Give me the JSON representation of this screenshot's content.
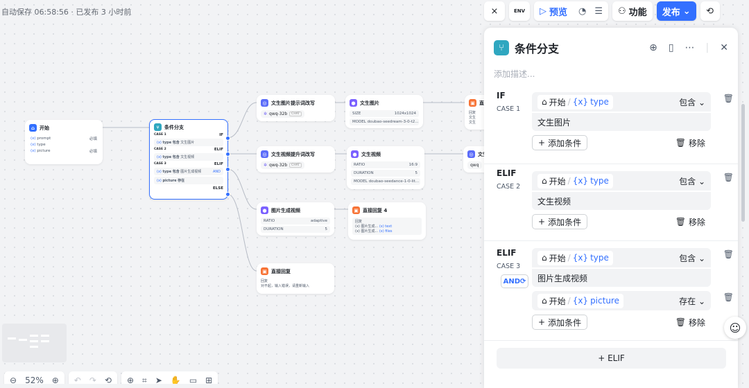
{
  "status": {
    "save_text": "自动保存 06:58:56 · 已发布 3 小时前"
  },
  "topbar": {
    "env": "ENV",
    "preview": "预览",
    "features": "功能",
    "publish": "发布"
  },
  "nodes": {
    "start": {
      "title": "开始",
      "vars": [
        {
          "name": "prompt",
          "tag": "必填"
        },
        {
          "name": "type",
          "tag": ""
        },
        {
          "name": "picture",
          "tag": "必填"
        }
      ]
    },
    "branch": {
      "title": "条件分支",
      "case1": "CASE 1",
      "if": "IF",
      "c1": {
        "var": "type",
        "op": "包含",
        "val": "文生图片"
      },
      "case2": "CASE 2",
      "elif": "ELIF",
      "c2": {
        "var": "type",
        "op": "包含",
        "val": "文生视频"
      },
      "case3": "CASE 3",
      "c3a": {
        "var": "type",
        "op": "包含",
        "val": "图片生成视频"
      },
      "and": "AND",
      "c3b": {
        "var": "picture",
        "op": "存在"
      },
      "else": "ELSE"
    },
    "rewrite_img": {
      "title": "文生图片提示词改写",
      "model": "qwq-32b",
      "tag": "CHAT"
    },
    "rewrite_vid": {
      "title": "文生视频提升词改写",
      "model": "qwq-32b",
      "tag": "CHAT"
    },
    "t2i": {
      "title": "文生图片",
      "size_k": "SIZE",
      "size_v": "1024x1024",
      "model_k": "MODEL",
      "model_v": "doubao-seedream-3-0-t2..."
    },
    "t2v": {
      "title": "文生视频",
      "ratio_k": "RATIO",
      "ratio_v": "16:9",
      "dur_k": "DURATION",
      "dur_v": "5",
      "model_k": "MODEL",
      "model_v": "doubao-seedance-1-0-lit..."
    },
    "i2v": {
      "title": "图片生成视频",
      "ratio_k": "RATIO",
      "ratio_v": "adaptive",
      "dur_k": "DURATION",
      "dur_v": "5"
    },
    "reply4": {
      "title": "直接回复 4",
      "label": "回复",
      "r1": "(x) 图片生成...",
      "r1v": "text",
      "r2": "(x) 图片生成...",
      "r2v": "files"
    },
    "reply": {
      "title": "直接回复",
      "label": "回复",
      "text": "对不起，输入错误，请重新输入"
    },
    "right1": {
      "title": "直",
      "sub": "回复",
      "l1": "文生",
      "l2": "文生"
    },
    "right2": {
      "title": "文生",
      "sub": "qwq"
    }
  },
  "zoom": "52%",
  "panel": {
    "title": "条件分支",
    "placeholder": "添加描述...",
    "cases": [
      {
        "kw": "IF",
        "case": "CASE 1",
        "conds": [
          {
            "src": "开始",
            "var": "type",
            "op": "包含",
            "val": "文生图片"
          }
        ]
      },
      {
        "kw": "ELIF",
        "case": "CASE 2",
        "conds": [
          {
            "src": "开始",
            "var": "type",
            "op": "包含",
            "val": "文生视频"
          }
        ]
      },
      {
        "kw": "ELIF",
        "case": "CASE 3",
        "logic": "AND",
        "conds": [
          {
            "src": "开始",
            "var": "type",
            "op": "包含",
            "val": "图片生成视频"
          },
          {
            "src": "开始",
            "var": "picture",
            "op": "存在"
          }
        ]
      }
    ],
    "add_cond": "添加条件",
    "remove": "移除",
    "add_elif": "+ ELIF"
  }
}
